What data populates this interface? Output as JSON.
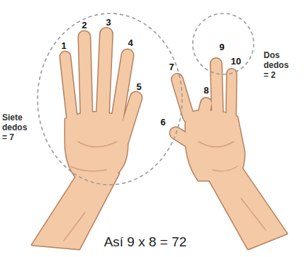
{
  "diagram": {
    "caption": "Así 9 x 8 = 72",
    "nodes": [
      {
        "text": [
          "Siete dedos = 7"
        ]
      },
      {
        "text": [
          "Dos dedos = 2"
        ]
      }
    ],
    "labels": [
      "1",
      "2",
      "3",
      "4",
      "5",
      "6",
      "7",
      "8",
      "9",
      "10"
    ]
  }
}
